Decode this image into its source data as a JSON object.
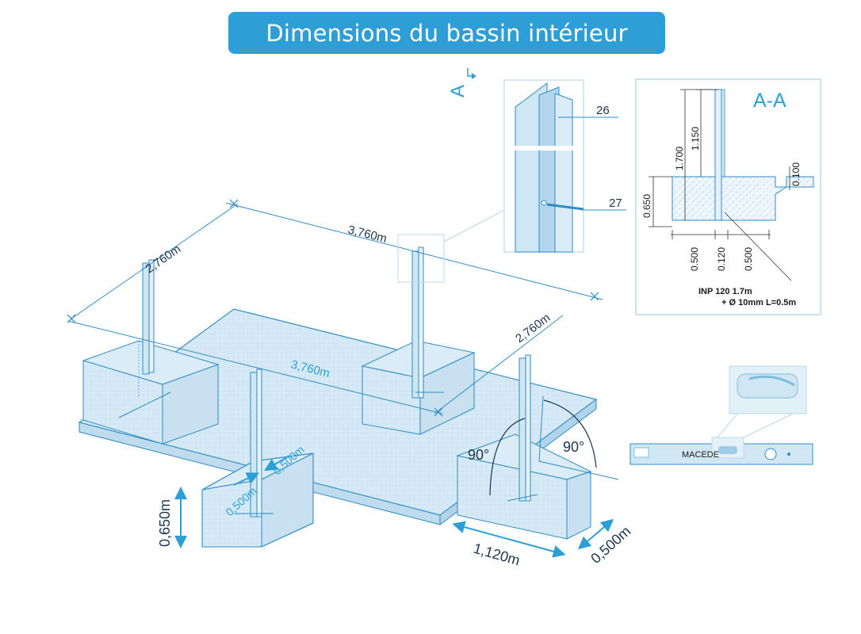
{
  "title": "Dimensions du bassin intérieur",
  "colors": {
    "accent": "#2e9fd6",
    "line": "#2e8cc7",
    "fill": "#cfe6f3",
    "dark": "#1a3550"
  },
  "plan_dimensions": {
    "top_left_length": "2,760m",
    "top_length": "3,760m",
    "center_length": "3,760m",
    "right_length": "2,760m",
    "footing_depth_a": "0,500m",
    "footing_depth_b": "0,500m",
    "footing_height": "0,650m",
    "footing_length": "1,120m",
    "footing_width": "0,500m",
    "angle_left": "90°",
    "angle_right": "90°"
  },
  "section_marker": "A",
  "detail": {
    "label_26": "26",
    "label_27": "27"
  },
  "section_aa": {
    "title": "A-A",
    "vertical_1": "1.700",
    "vertical_2": "1.150",
    "vertical_3": "0.650",
    "vertical_4": "0.100",
    "bottom_1": "0.500",
    "bottom_2": "0.120",
    "bottom_3": "0.500",
    "note_line1": "INP 120 1.7m",
    "note_line2": "+ Ø 10mm L=0.5m"
  },
  "level_tool": {
    "brand": "MACEDE"
  }
}
